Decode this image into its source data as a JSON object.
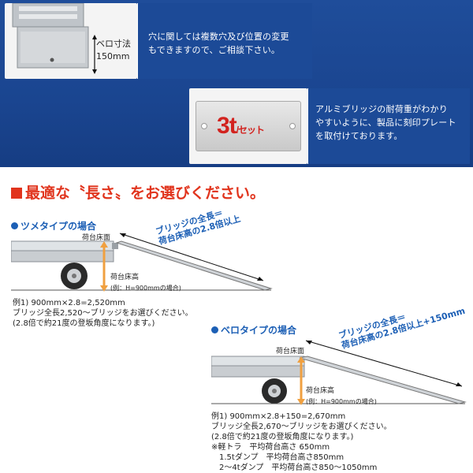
{
  "top_panel": {
    "card1": {
      "bero_label": "ベロ寸法",
      "bero_value": "150mm",
      "text_line1": "穴に関しては複数穴及び位置の変更",
      "text_line2": "もできますので、ご相談下さい。"
    },
    "card2": {
      "plate_main": "3t",
      "plate_sub": "/セット",
      "text_line1": "アルミブリッジの耐荷重がわかり",
      "text_line2": "やすいように、製品に刻印プレート",
      "text_line3": "を取付けております。"
    }
  },
  "heading": "最適な〝長さ〟をお選びください。",
  "tsume": {
    "title": "ツメタイプの場合",
    "deck_label": "荷台床面",
    "height_label": "荷台床高",
    "height_example": "(例：H=900mmの場合)",
    "bridge_line1": "ブリッジの全長＝",
    "bridge_line2": "荷台床高の2.8倍以上",
    "note_line1": "例1) 900mm×2.8=2,520mm",
    "note_line2": "ブリッジ全長2,520〜ブリッジをお選びください。",
    "note_line3": "(2.8倍で約21度の登坂角度になります。)"
  },
  "bero": {
    "title": "ベロタイプの場合",
    "deck_label": "荷台床面",
    "height_label": "荷台床高",
    "height_example": "(例：H=900mmの場合)",
    "bridge_line1": "ブリッジの全長＝",
    "bridge_line2": "荷台床高の2.8倍以上+150mm",
    "note_line1": "例1) 900mm×2.8+150=2,670mm",
    "note_line2": "ブリッジ全長2,670〜ブリッジをお選びください。",
    "note_line3": "(2.8倍で約21度の登坂角度になります。)",
    "note_line4": "※軽トラ　平均荷台高さ 650mm",
    "note_line5": "1.5tダンプ　平均荷台高さ850mm",
    "note_line6": "2〜4tダンプ　平均荷台高さ850〜1050mm"
  },
  "colors": {
    "band_blue": "#1c4a97",
    "heading_red": "#e1341d",
    "label_blue": "#1c5fb5",
    "arrow_orange": "#f0a040"
  }
}
